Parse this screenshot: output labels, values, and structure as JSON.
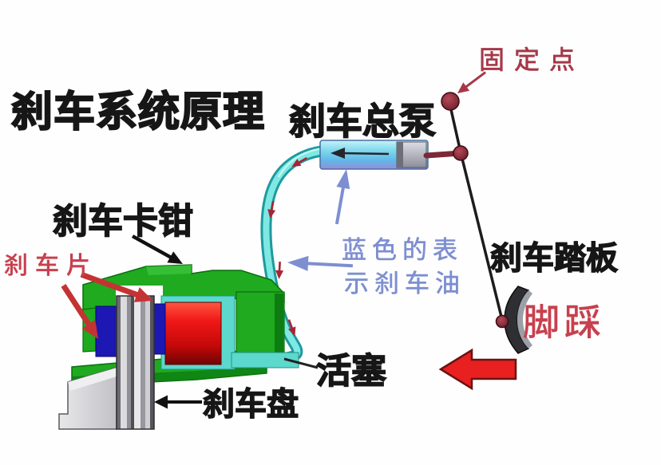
{
  "diagram": {
    "title": "刹车系统原理",
    "labels": {
      "master_cylinder": "刹车总泵",
      "fixed_point": "固定点",
      "fluid_note_line1": "蓝色的表",
      "fluid_note_line2": "示刹车油",
      "caliper": "刹车卡钳",
      "brake_pad": "刹车片",
      "pedal": "刹车踏板",
      "foot_press": "脚踩",
      "piston": "活塞",
      "disc": "刹车盘"
    },
    "colors": {
      "title_text": "#161616",
      "handwritten_red": "#c8404e",
      "fixed_point_red": "#a53848",
      "fluid_note_blue": "#7d8fd0",
      "tube_outline": "#1d9aa0",
      "tube_fill": "#7fe8e2",
      "cylinder_cyan": "#7fd8ee",
      "caliper_green": "#1faa1f",
      "pad_blue": "#1d17b4",
      "piston_red": "#e01212",
      "big_arrow_red": "#e82020",
      "linkage_maroon": "#7c2836",
      "disc_gray": "#a9a9af"
    }
  }
}
